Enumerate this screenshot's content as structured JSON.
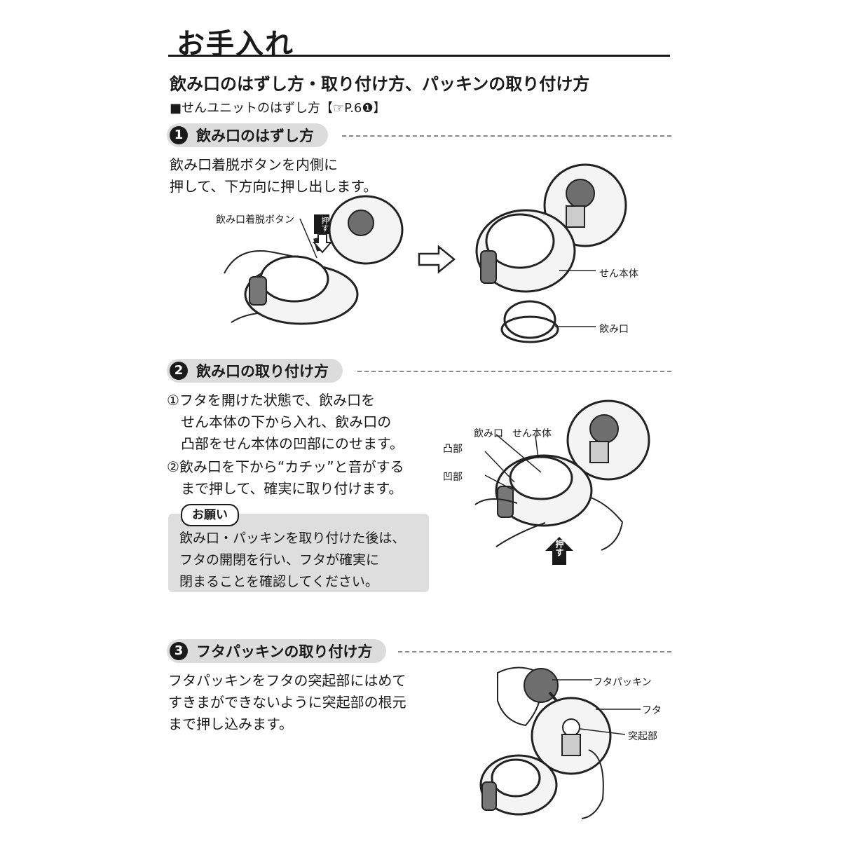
{
  "page": {
    "title": "お手入れ",
    "subtitle": "飲み口のはずし方・取り付け方、パッキンの取り付け方",
    "note": "■せんユニットのはずし方【☞P.6❶】"
  },
  "sections": [
    {
      "number": "1",
      "heading": "飲み口のはずし方",
      "text": "飲み口着脱ボタンを内側に\n押して、下方向に押し出します。",
      "labels": {
        "button": "飲み口着脱ボタン",
        "push": "押す",
        "plug_body": "せん本体",
        "mouthpiece": "飲み口"
      }
    },
    {
      "number": "2",
      "heading": "飲み口の取り付け方",
      "steps": [
        "①フタを開けた状態で、飲み口を\n　せん本体の下から入れ、飲み口の\n　凸部をせん本体の凹部にのせます。",
        "②飲み口を下から“カチッ”と音がする\n　まで押して、確実に取り付けます。"
      ],
      "notice_title": "お願い",
      "notice_text": "飲み口・パッキンを取り付けた後は、\nフタの開閉を行い、フタが確実に\n閉まることを確認してください。",
      "labels": {
        "mouthpiece": "飲み口",
        "plug_body": "せん本体",
        "convex": "凸部",
        "concave": "凹部",
        "push": "押す"
      }
    },
    {
      "number": "3",
      "heading": "フタパッキンの取り付け方",
      "text": "フタパッキンをフタの突起部にはめて\nすきまができないように突起部の根元\nまで押し込みます。",
      "labels": {
        "lid_packing": "フタパッキン",
        "lid": "フタ",
        "protrusion": "突起部"
      }
    }
  ]
}
